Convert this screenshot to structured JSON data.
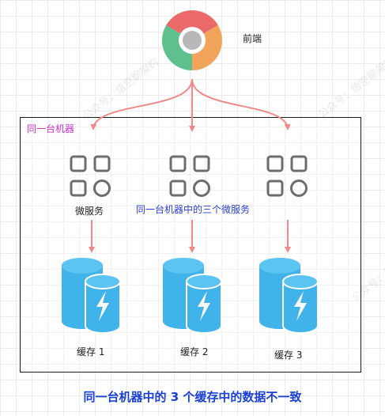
{
  "labels": {
    "frontend": "前端",
    "machine": "同一台机器",
    "microservice": "微服务",
    "three_microservices": "同一台机器中的三个微服务",
    "cache1": "缓存 1",
    "cache2": "缓存 2",
    "cache3": "缓存 3",
    "caption": "同一台机器中的 3 个缓存中的数据不一致"
  },
  "watermark": "公众号：悟空聊架构",
  "icons": {
    "browser": "chrome-browser-icon",
    "service": "microservice-grid-icon",
    "cache": "cache-database-icon"
  },
  "colors": {
    "arrow": "#f08a8a",
    "box_border": "#1a1a1a",
    "service_icon": "#6d6d6d",
    "cache_fill": "#3fb3ea",
    "machine_label": "#cc33cc",
    "note_text": "#2a3fd6",
    "caption": "#1a3fd6"
  }
}
